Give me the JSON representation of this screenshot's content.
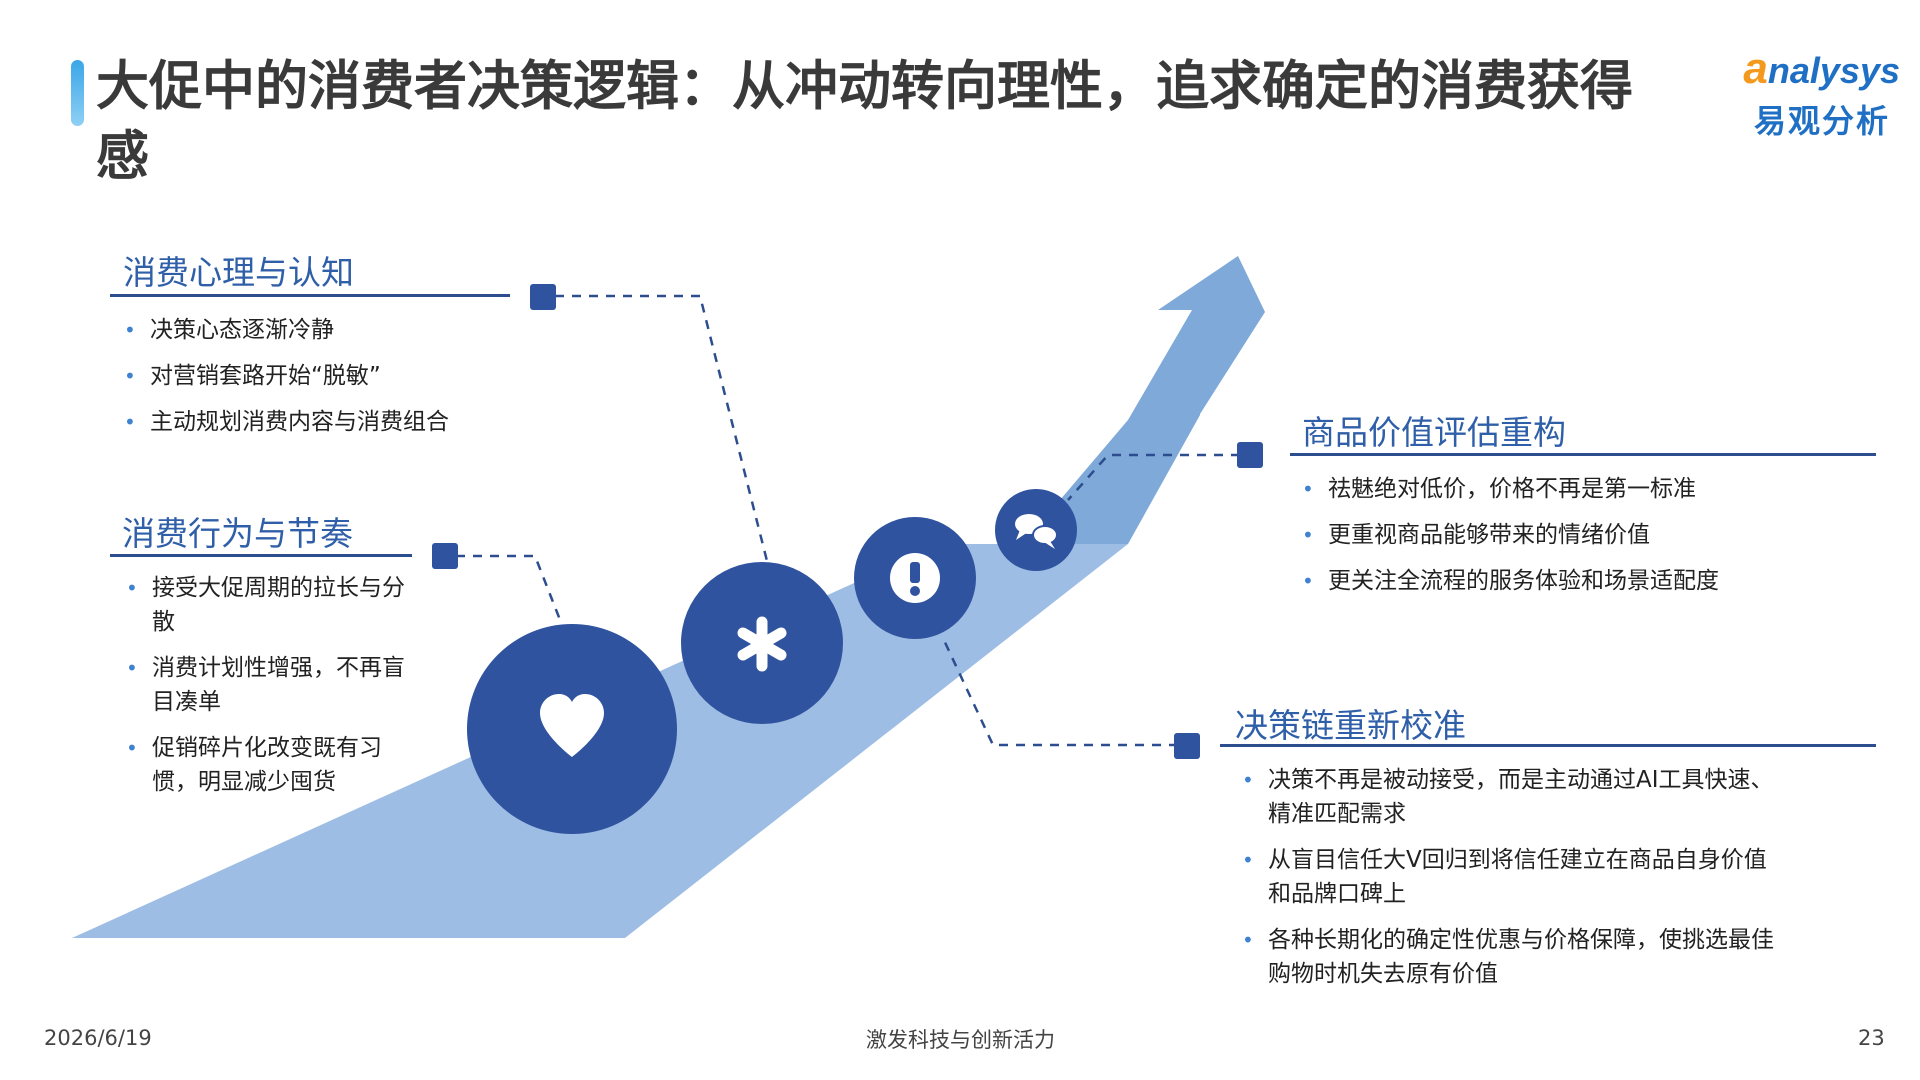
{
  "title": "大促中的消费者决策逻辑：从冲动转向理性，追求确定的消费获得感",
  "logo": {
    "brand_en_first": "a",
    "brand_en_rest": "nalysys",
    "brand_cn": "易观分析"
  },
  "colors": {
    "arrow_light": "#9dbde4",
    "arrow_mid": "#7ea9d9",
    "circle_fill": "#2f539f",
    "heading_text": "#2f5fa8",
    "line_color": "#2c4e8f",
    "bullet_dot": "#3f82cf"
  },
  "sections": {
    "psychology": {
      "heading": "消费心理与认知",
      "bullets": [
        "决策心态逐渐冷静",
        "对营销套路开始“脱敏”",
        "主动规划消费内容与消费组合"
      ]
    },
    "behavior": {
      "heading": "消费行为与节奏",
      "bullets": [
        "接受大促周期的拉长与分散",
        "消费计划性增强，不再盲目凑单",
        "促销碎片化改变既有习惯，明显减少囤货"
      ]
    },
    "value": {
      "heading": "商品价值评估重构",
      "bullets": [
        "祛魅绝对低价，价格不再是第一标准",
        "更重视商品能够带来的情绪价值",
        "更关注全流程的服务体验和场景适配度"
      ]
    },
    "decision": {
      "heading": "决策链重新校准",
      "bullets": [
        "决策不再是被动接受，而是主动通过AI工具快速、精准匹配需求",
        "从盲目信任大V回归到将信任建立在商品自身价值和品牌口碑上",
        "各种长期化的确定性优惠与价格保障，使挑选最佳购物时机失去原有价值"
      ]
    }
  },
  "icons": [
    "heart-icon",
    "asterisk-icon",
    "exclamation-icon",
    "chat-bubbles-icon"
  ],
  "footer": {
    "date": "2026/6/19",
    "slogan": "激发科技与创新活力",
    "page": "23"
  }
}
